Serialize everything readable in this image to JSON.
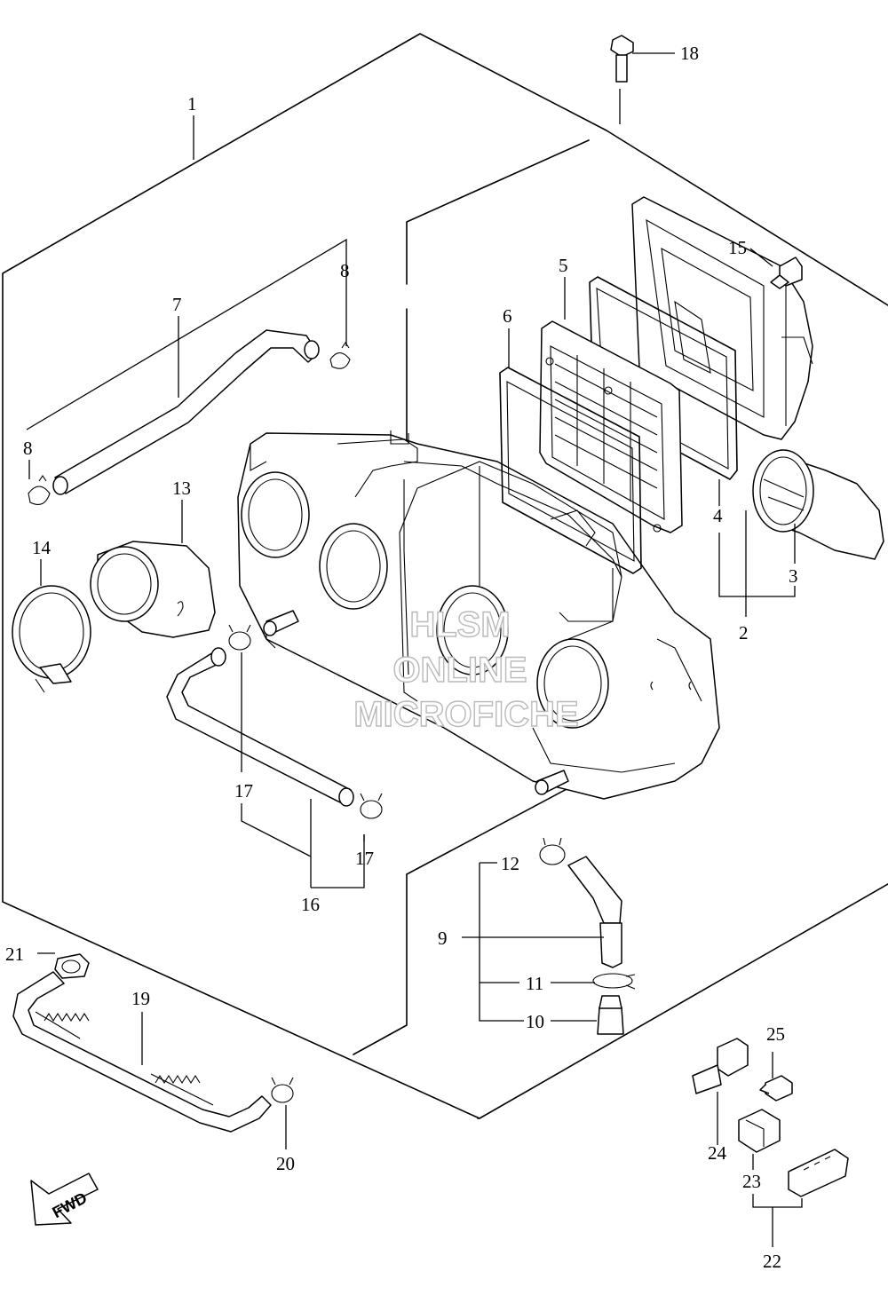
{
  "callouts": {
    "c1": "1",
    "c2": "2",
    "c3": "3",
    "c4": "4",
    "c5": "5",
    "c6": "6",
    "c7": "7",
    "c8a": "8",
    "c8b": "8",
    "c9": "9",
    "c10": "10",
    "c11": "11",
    "c12": "12",
    "c13": "13",
    "c14": "14",
    "c15": "15",
    "c16": "16",
    "c17a": "17",
    "c17b": "17",
    "c18": "18",
    "c19": "19",
    "c20": "20",
    "c21": "21",
    "c22": "22",
    "c23": "23",
    "c24": "24",
    "c25": "25"
  },
  "watermark": {
    "line1": "HLSM",
    "line2": "ONLINE",
    "line3": "MICROFICHE"
  },
  "direction_label": "FWD"
}
